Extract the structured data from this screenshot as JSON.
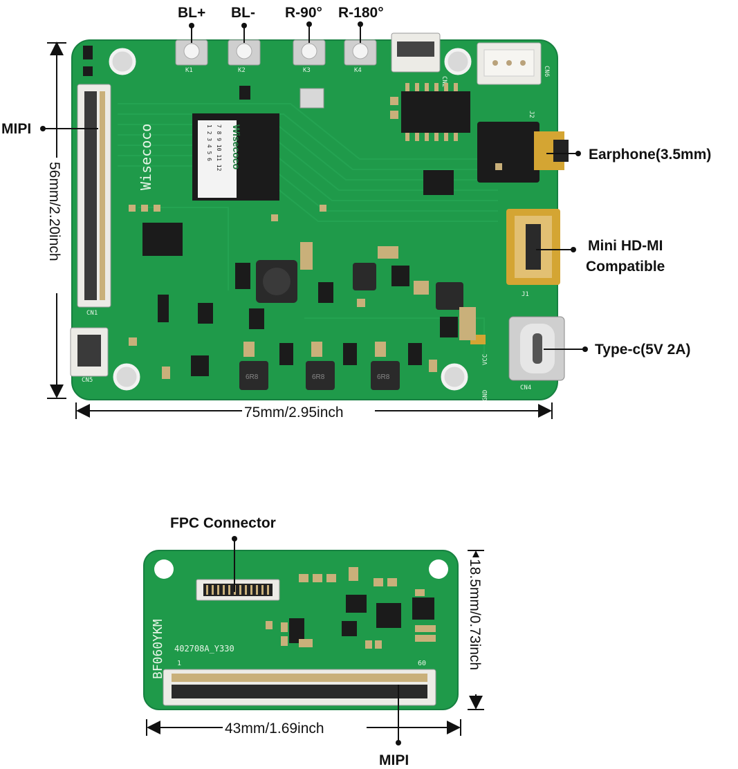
{
  "labels": {
    "bl_plus": "BL+",
    "bl_minus": "BL-",
    "r90": "R-90°",
    "r180": "R-180°",
    "mipi_top": "MIPI",
    "earphone": "Earphone(3.5mm)",
    "hdmi_line1": "Mini HD-MI",
    "hdmi_line2": "Compatible",
    "typec": "Type-c(5V 2A)",
    "fpc": "FPC Connector",
    "mipi_bottom": "MIPI"
  },
  "dimensions": {
    "main_height": "56mm/2.20inch",
    "main_width": "75mm/2.95inch",
    "adapter_height": "18.5mm/0.73inch",
    "adapter_width": "43mm/1.69inch"
  },
  "silkscreen": {
    "brand": "Wisecoco",
    "chip_brand": "Wisecoco",
    "chip_grid_row1": "1 2 3 4 5 6",
    "chip_grid_row2": "7 8 9 10 11 12",
    "k1": "K1",
    "k2": "K2",
    "k3": "K3",
    "k4": "K4",
    "cn1": "CN1",
    "cn2": "CN2",
    "cn4": "CN4",
    "cn5": "CN5",
    "cn6": "CN6",
    "j1": "J1",
    "j2": "J2",
    "vcc": "VCC",
    "gnd": "GND",
    "inductor": "6R8",
    "adapter_model": "BF060YKM",
    "adapter_code": "402708A_Y330",
    "pin_1": "1",
    "pin_60": "60"
  },
  "colors": {
    "pcb_green": "#1f9a4a",
    "pcb_dark": "#157a38",
    "copper_pad": "#c9b07a",
    "chip_black": "#1b1b1b",
    "connector_white": "#ecebe6",
    "gold": "#d4a533"
  }
}
